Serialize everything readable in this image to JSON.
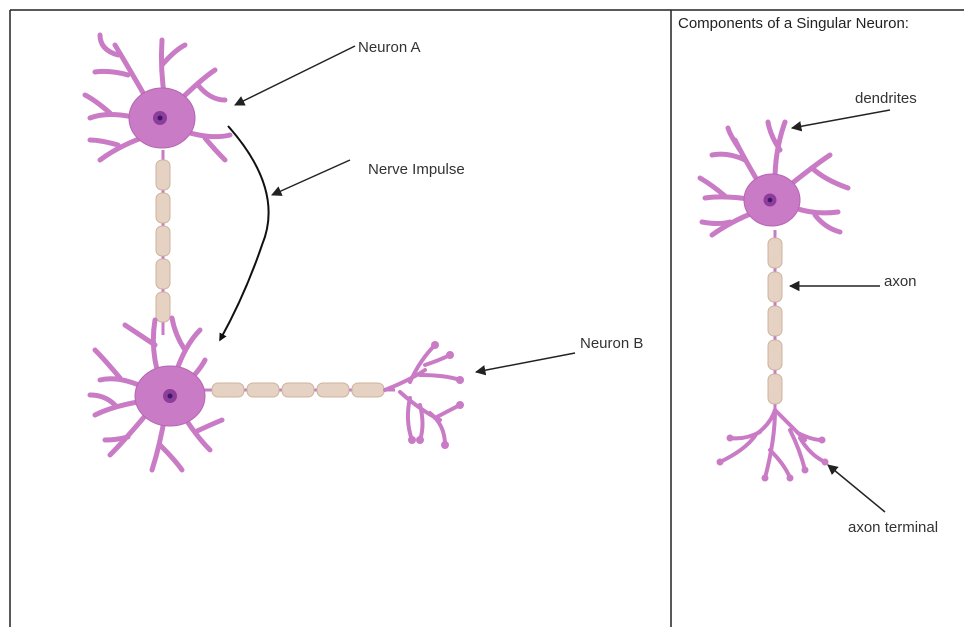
{
  "panels": {
    "left": {
      "labels": {
        "neuron_a": "Neuron A",
        "nerve_impulse": "Nerve Impulse",
        "neuron_b": "Neuron B"
      }
    },
    "right": {
      "title": "Components of a Singular Neuron:",
      "labels": {
        "dendrites": "dendrites",
        "axon": "axon",
        "axon_terminal": "axon terminal"
      }
    }
  },
  "colors": {
    "cell_body": "#c97bc5",
    "cell_outline": "#b565b3",
    "nucleus": "#8e3e9a",
    "nucleolus": "#3a1a66",
    "myelin": "#e6d2c2",
    "myelin_outline": "#ccb39f",
    "arrow": "#222222",
    "border": "#222222"
  }
}
